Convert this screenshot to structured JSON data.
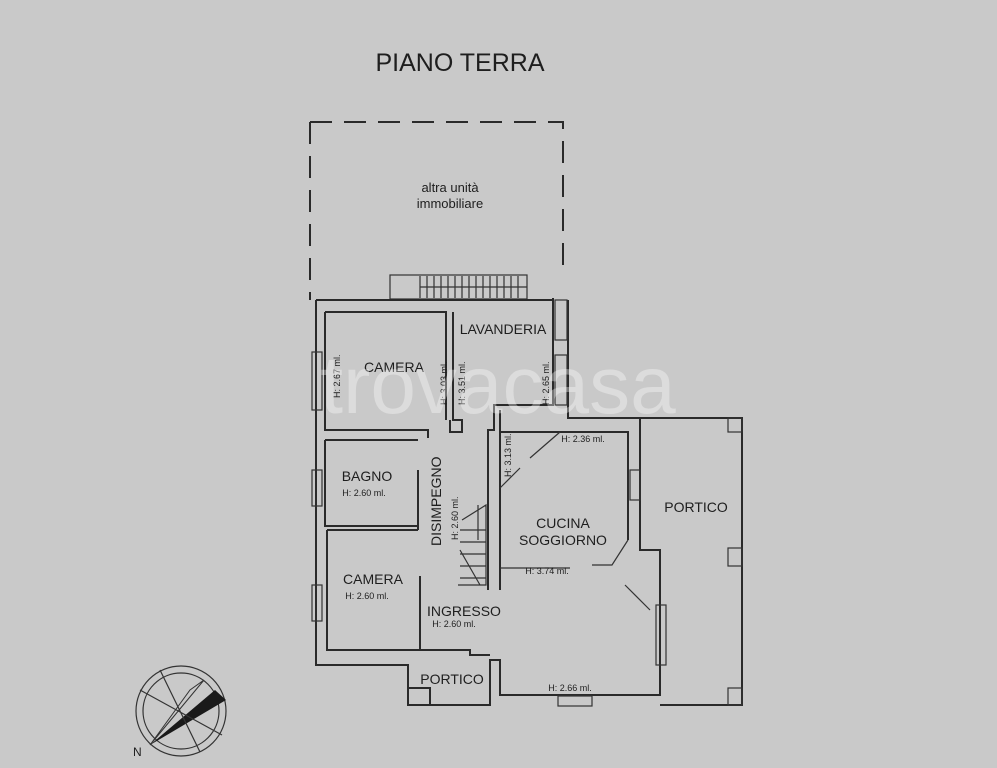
{
  "title": "PIANO TERRA",
  "watermark": "trovacasa",
  "compass_label": "N",
  "colors": {
    "background": "#c9c9c9",
    "lines": "#2a2a2a"
  },
  "outside_unit": {
    "line1": "altra unità",
    "line2": "immobiliare"
  },
  "rooms": {
    "camera_top": {
      "name": "CAMERA",
      "height": "H: 2.67 ml."
    },
    "lavanderia": {
      "name": "LAVANDERIA",
      "height_a": "H: 3.03 ml.",
      "height_b": "H: 3.51 ml.",
      "height_c": "H: 2.65 ml."
    },
    "bagno": {
      "name": "BAGNO",
      "height": "H: 2.60 ml."
    },
    "disimpegno": {
      "name": "DISIMPEGNO",
      "height": "H: 2.60 ml."
    },
    "camera_bottom": {
      "name": "CAMERA",
      "height": "H: 2.60 ml."
    },
    "ingresso": {
      "name": "INGRESSO",
      "height": "H: 2.60 ml."
    },
    "cucina": {
      "name1": "CUCINA",
      "name2": "SOGGIORNO",
      "height": "H: 3.74 ml.",
      "height_b": "H: 3.13 ml.",
      "height_c": "H: 2.36 ml.",
      "height_d": "H: 2.66 ml."
    },
    "portico_right": {
      "name": "PORTICO"
    },
    "portico_bottom": {
      "name": "PORTICO"
    }
  }
}
